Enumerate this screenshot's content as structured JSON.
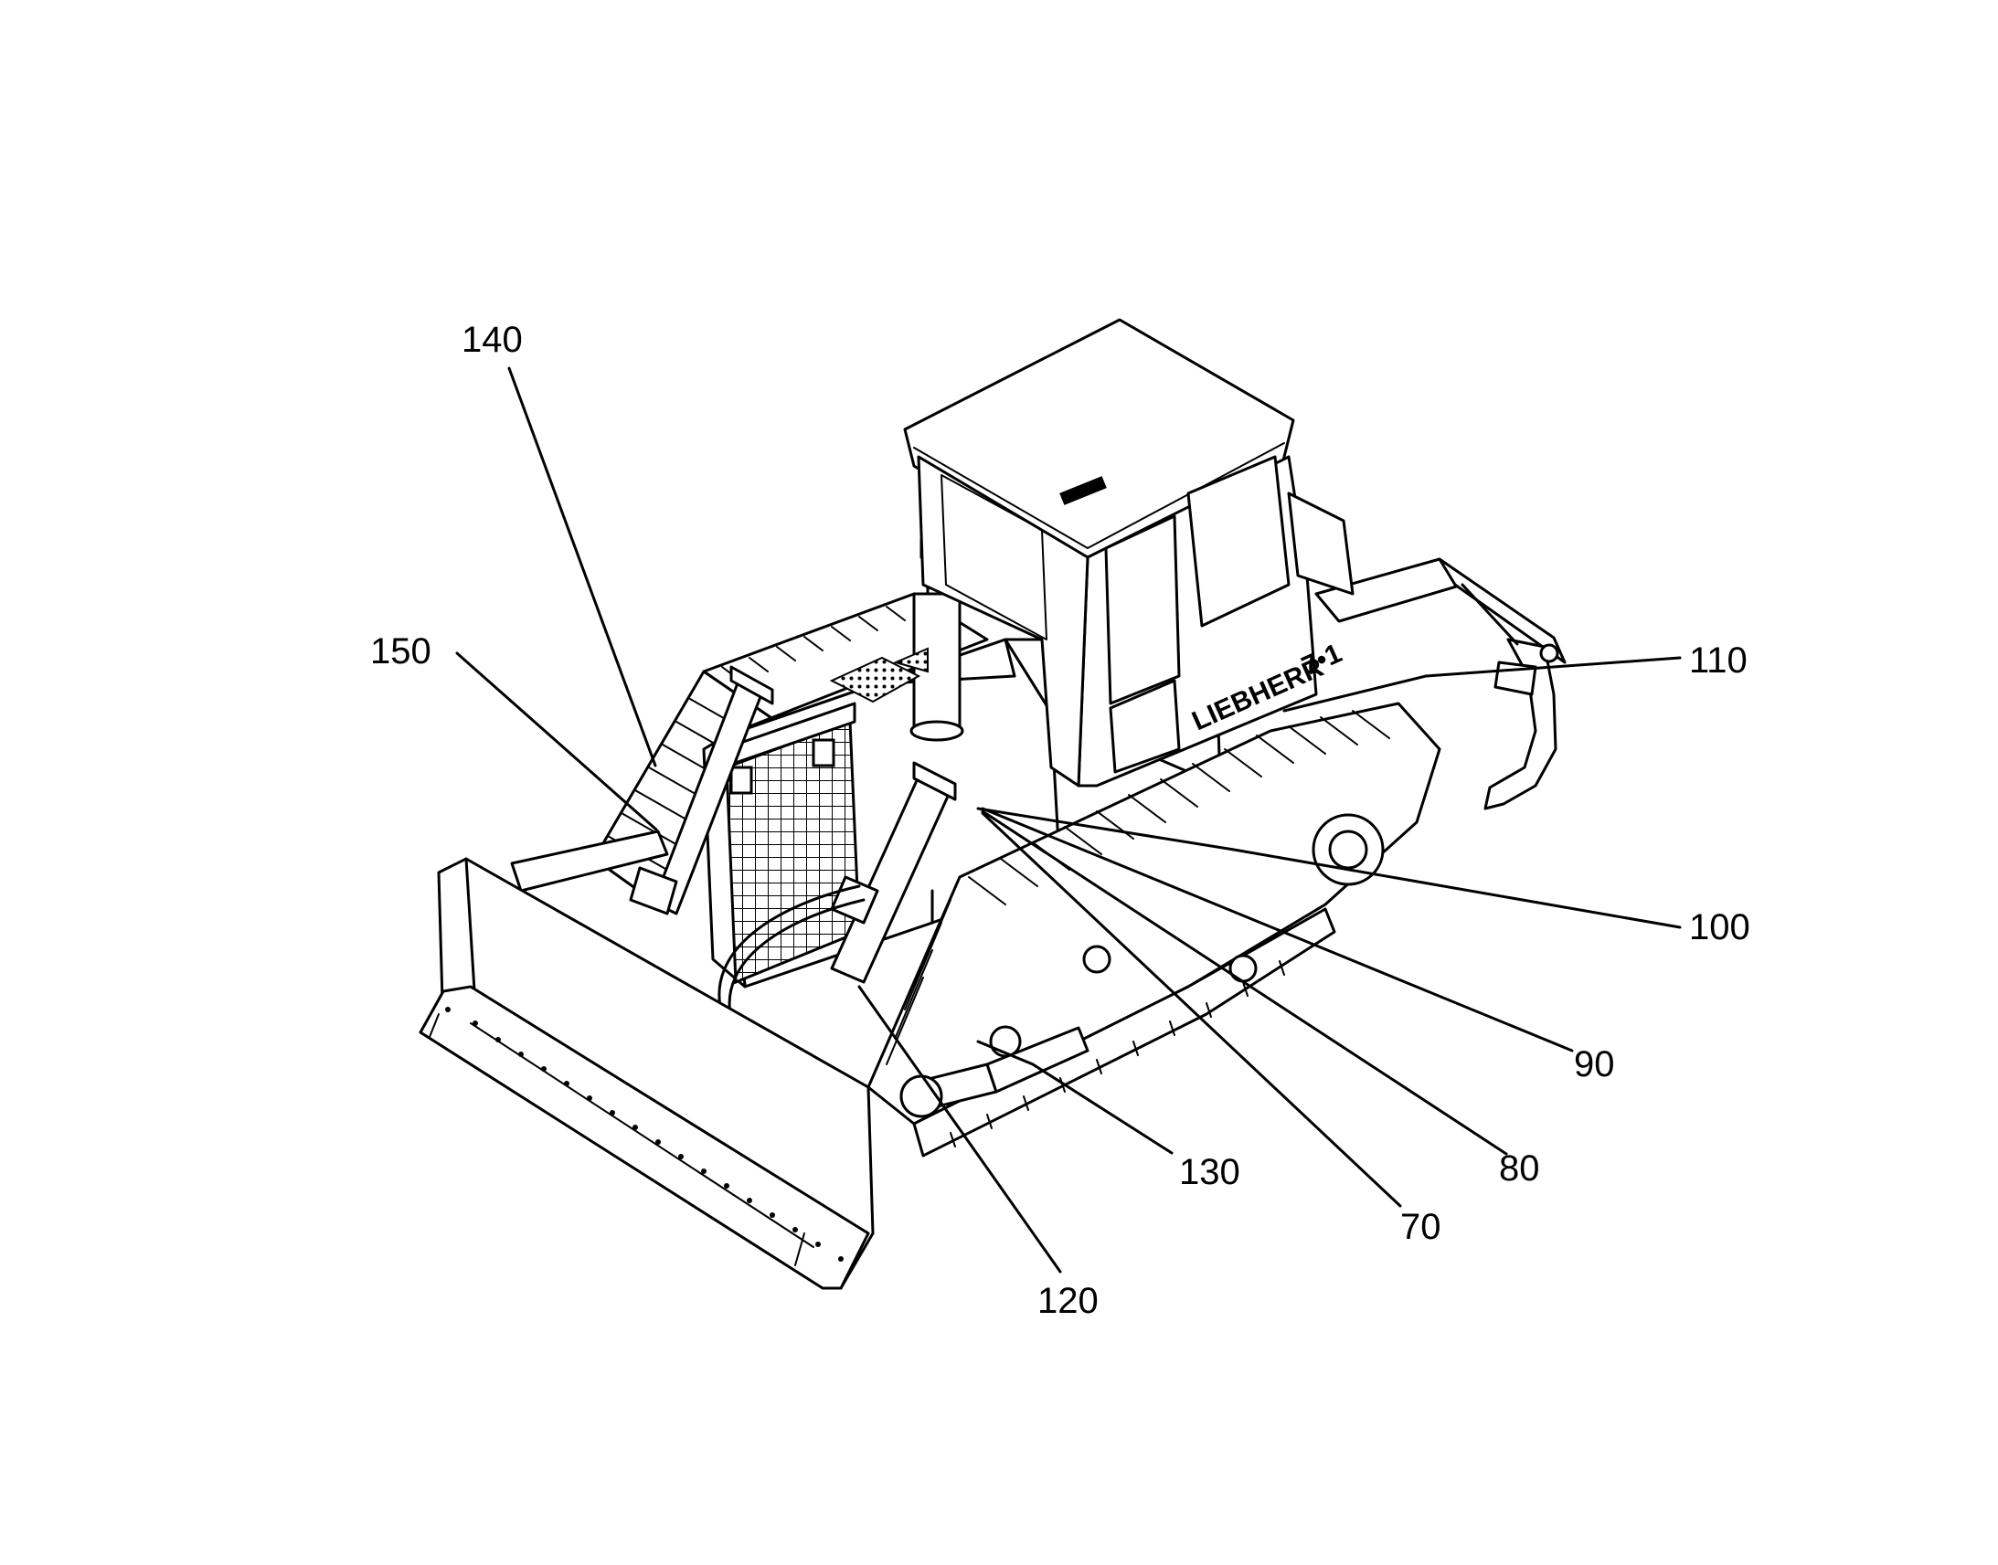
{
  "figure": {
    "brand_text": "LIEBHERR",
    "model_text": "7•1",
    "labels": [
      {
        "id": "140",
        "text": "140"
      },
      {
        "id": "150",
        "text": "150"
      },
      {
        "id": "110",
        "text": "110"
      },
      {
        "id": "100",
        "text": "100"
      },
      {
        "id": "90",
        "text": "90"
      },
      {
        "id": "80",
        "text": "80"
      },
      {
        "id": "70",
        "text": "70"
      },
      {
        "id": "130",
        "text": "130"
      },
      {
        "id": "120",
        "text": "120"
      }
    ]
  }
}
